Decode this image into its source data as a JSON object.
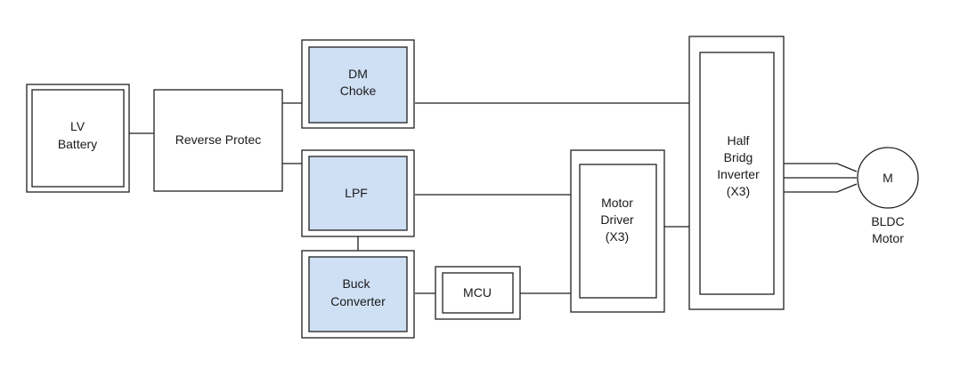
{
  "blocks": {
    "lv_battery": {
      "lines": [
        "LV",
        "Battery"
      ]
    },
    "reverse_protection": {
      "lines": [
        "Reverse Protec"
      ]
    },
    "dm_choke": {
      "lines": [
        "DM",
        "Choke"
      ]
    },
    "lpf": {
      "lines": [
        "LPF"
      ]
    },
    "buck_converter": {
      "lines": [
        "Buck",
        "Converter"
      ]
    },
    "mcu": {
      "lines": [
        "MCU"
      ]
    },
    "motor_driver": {
      "lines": [
        "Motor",
        "Driver",
        "(X3)"
      ]
    },
    "half_bridge_inverter": {
      "lines": [
        "Half",
        "Bridg",
        "Inverter",
        "(X3)"
      ]
    },
    "motor": {
      "symbol": "M",
      "lines": [
        "BLDC",
        "Motor"
      ]
    }
  },
  "colors": {
    "highlight_fill": "#cfe0f5",
    "stroke": "#1f1f1f",
    "background": "#ffffff"
  }
}
